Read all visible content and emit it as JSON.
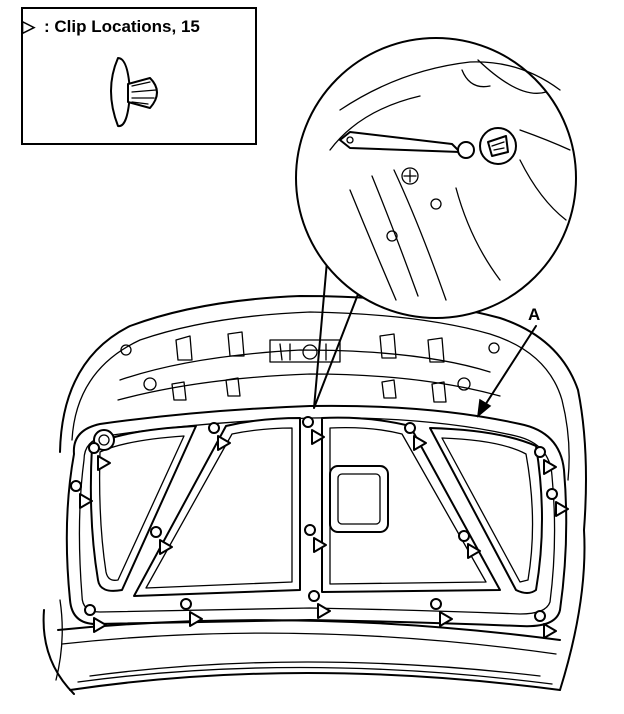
{
  "legend": {
    "symbol": "▷",
    "text": ": Clip Locations, 15",
    "icon": "clip-fastener-icon"
  },
  "callout": {
    "label": "A"
  },
  "clips": {
    "count": 15,
    "icon": "clip-location-triangle-icon"
  }
}
